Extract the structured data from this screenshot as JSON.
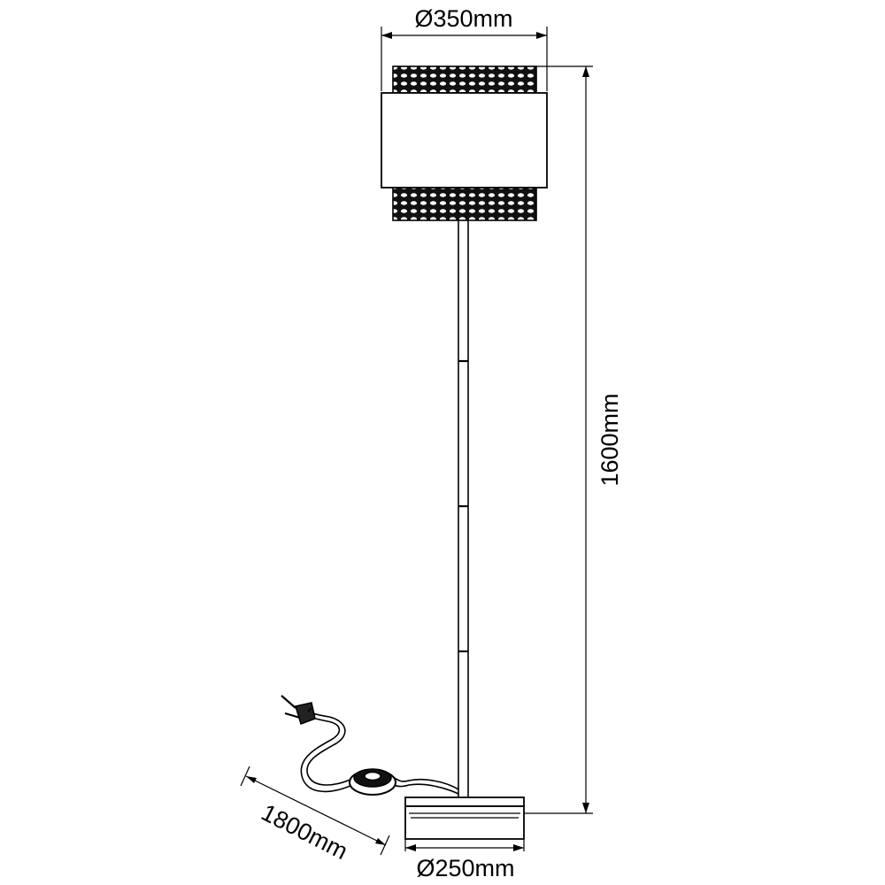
{
  "dimensions": {
    "shade_diameter": "Ø350mm",
    "total_height": "1600mm",
    "cable_length": "1800mm",
    "base_diameter": "Ø250mm"
  }
}
